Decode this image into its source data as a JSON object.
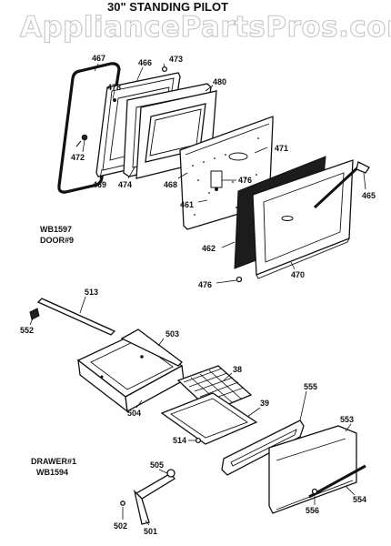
{
  "watermark": "AppliancePartsPros.com",
  "title": "30\" STANDING PILOT",
  "notes": {
    "door_model": "WB1597",
    "door_label": "DOOR#9",
    "drawer_label": "DRAWER#1",
    "drawer_model": "WB1594"
  },
  "labels": {
    "p467": "467",
    "p473": "473",
    "p466": "466",
    "p478a": "478",
    "p480": "480",
    "p472": "472",
    "p469": "469",
    "p474": "474",
    "p468": "468",
    "p476a": "476",
    "p471": "471",
    "p461": "461",
    "p465": "465",
    "p462": "462",
    "p470": "470",
    "p476b": "476",
    "p513": "513",
    "p552": "552",
    "p503": "503",
    "p38": "38",
    "p504": "504",
    "p39": "39",
    "p555": "555",
    "p553": "553",
    "p514": "514",
    "p505": "505",
    "p556": "556",
    "p554": "554",
    "p502": "502",
    "p501": "501"
  }
}
